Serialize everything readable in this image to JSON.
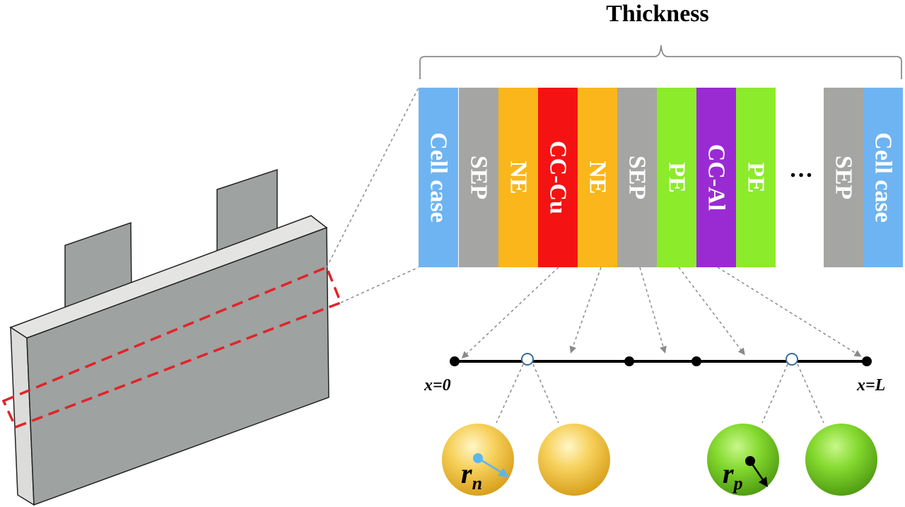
{
  "title": "Thickness",
  "layers": [
    {
      "label": "Cell case",
      "color": "#6EB4F2"
    },
    {
      "label": "SEP",
      "color": "#A5A6A4"
    },
    {
      "label": "NE",
      "color": "#FAB61A"
    },
    {
      "label": "CC-Cu",
      "color": "#F51212"
    },
    {
      "label": "NE",
      "color": "#FAB61A"
    },
    {
      "label": "SEP",
      "color": "#A5A6A4"
    },
    {
      "label": "PE",
      "color": "#8CEB2A"
    },
    {
      "label": "CC-Al",
      "color": "#9A2BD3"
    },
    {
      "label": "PE",
      "color": "#8CEB2A"
    },
    {
      "label": "SEP",
      "color": "#A5A6A4"
    },
    {
      "label": "Cell case",
      "color": "#6EB4F2"
    }
  ],
  "ellipsis": "…",
  "axis": {
    "start_label": "x=0",
    "end_label": "x=L"
  },
  "particles": {
    "negative": {
      "radius_symbol": "r",
      "radius_subscript": "n",
      "color": "#F2C13A",
      "arrow_color": "#5BB6EE"
    },
    "positive": {
      "radius_symbol": "r",
      "radius_subscript": "p",
      "color": "#7ED321",
      "arrow_color": "#000000"
    }
  },
  "colors": {
    "cell_body": "#9EA2A0",
    "cell_edge": "#E4E5E3",
    "highlight_box": "#E0242A"
  }
}
